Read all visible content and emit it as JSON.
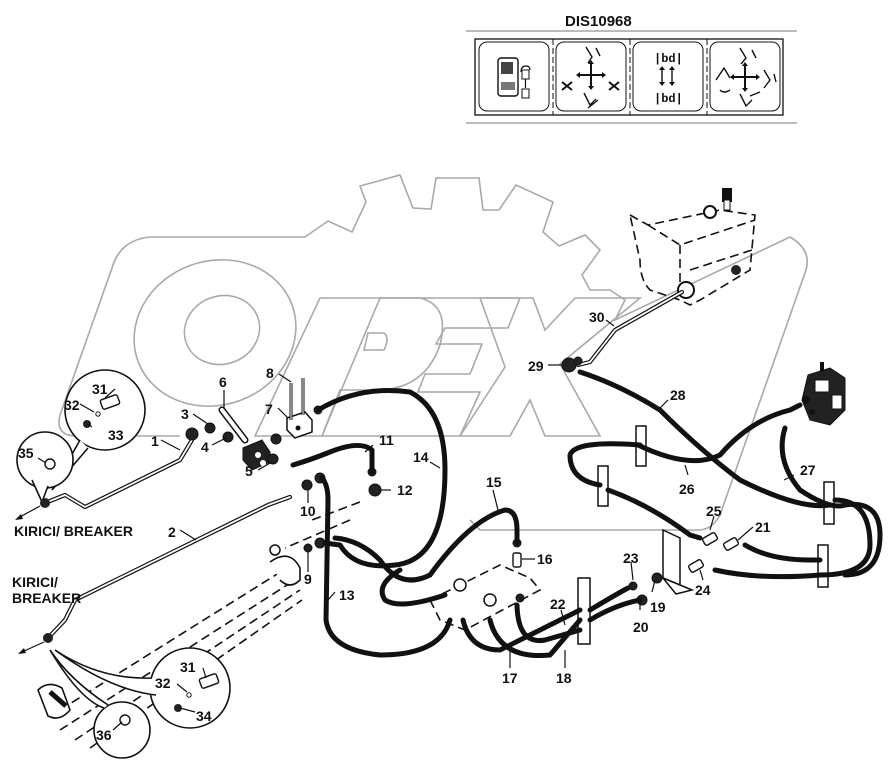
{
  "diagram": {
    "title": "DIS10968",
    "watermark": "OPEX",
    "header_icons": [
      {
        "name": "remote-control-lock-icon"
      },
      {
        "name": "excavator-controls-x-icon"
      },
      {
        "name": "stabilizer-legs-icon"
      },
      {
        "name": "excavator-movements-icon"
      }
    ],
    "side_labels": {
      "breaker_top": "KIRICI/ BREAKER",
      "breaker_bottom_line1": "KIRICI/",
      "breaker_bottom_line2": "BREAKER"
    },
    "callouts": {
      "c1": "1",
      "c2": "2",
      "c3": "3",
      "c4": "4",
      "c5": "5",
      "c6": "6",
      "c7": "7",
      "c8": "8",
      "c9": "9",
      "c10": "10",
      "c11": "11",
      "c12": "12",
      "c13": "13",
      "c14": "14",
      "c15": "15",
      "c16": "16",
      "c17": "17",
      "c18": "18",
      "c19": "19",
      "c20": "20",
      "c21": "21",
      "c22": "22",
      "c23": "23",
      "c24": "24",
      "c25": "25",
      "c26": "26",
      "c27": "27",
      "c28": "28",
      "c29": "29",
      "c30": "30",
      "c31a": "31",
      "c32a": "32",
      "c33": "33",
      "c35": "35",
      "c31b": "31",
      "c32b": "32",
      "c34": "34",
      "c36": "36"
    }
  }
}
